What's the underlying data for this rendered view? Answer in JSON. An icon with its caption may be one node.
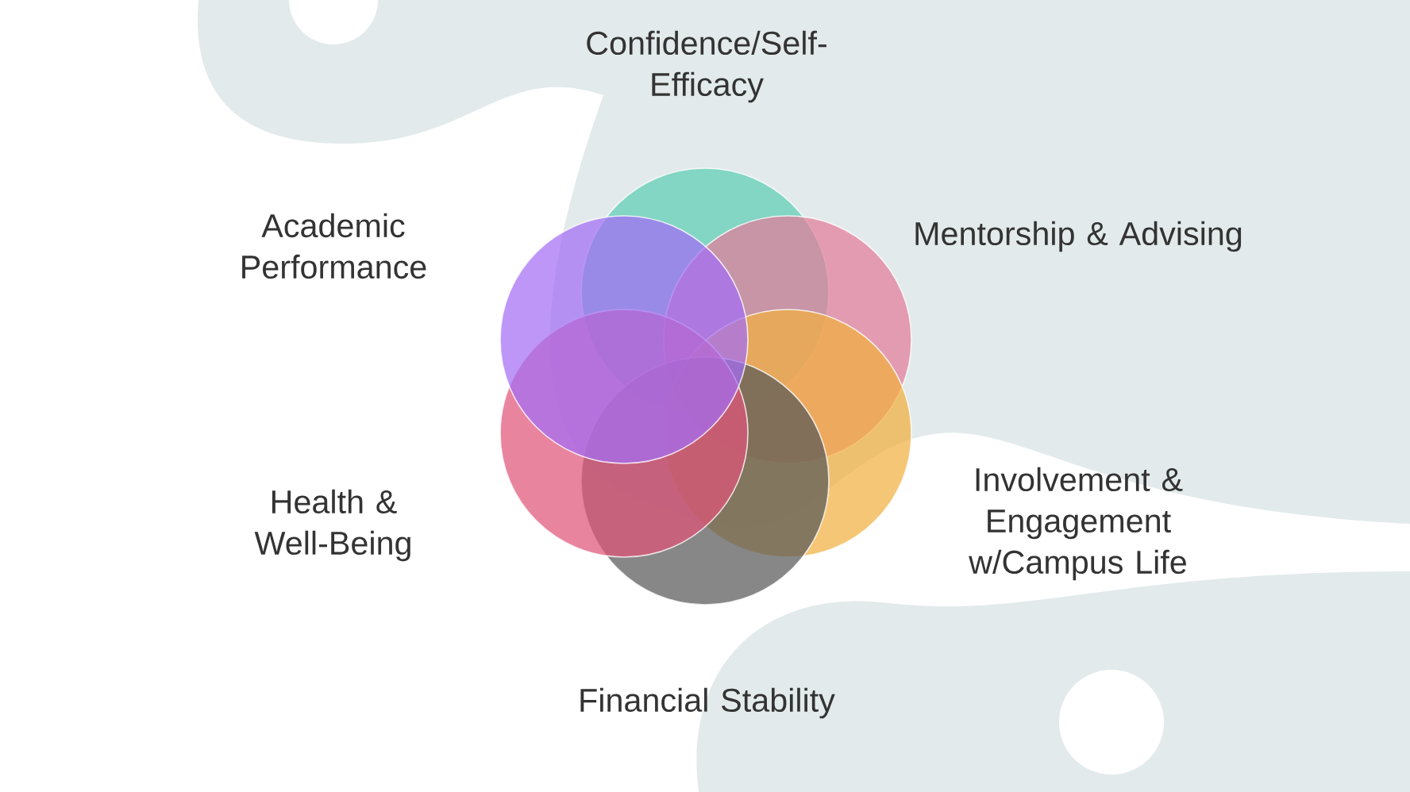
{
  "diagram": {
    "nodes": [
      {
        "text": [],
        "shape": "circle",
        "beside": [
          "Confidence/Self-Efficacy"
        ]
      },
      {
        "text": [],
        "shape": "circle",
        "beside": [
          "Mentorship & Advising"
        ]
      },
      {
        "text": [],
        "shape": "circle",
        "beside": [
          "Involvement & Engagement w/Campus Life"
        ]
      },
      {
        "text": [],
        "shape": "circle",
        "beside": [
          "Financial Stability"
        ]
      },
      {
        "text": [],
        "shape": "circle",
        "beside": [
          "Health & Well-Being"
        ]
      },
      {
        "text": [],
        "shape": "circle",
        "beside": [
          "Academic Performance"
        ]
      }
    ]
  }
}
